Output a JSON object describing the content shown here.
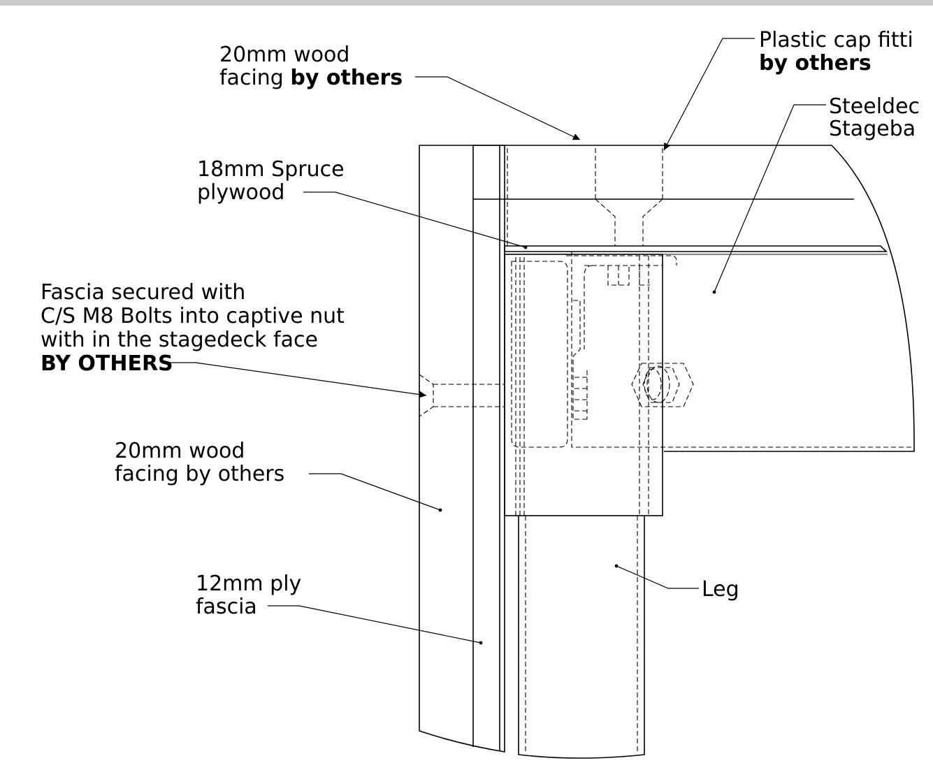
{
  "callouts": {
    "wood_facing_top": {
      "line1": "20mm wood",
      "line2_plain": "facing ",
      "line2_bold": "by others"
    },
    "plastic_cap": {
      "line1": "Plastic cap fitti",
      "line2_bold": "by others"
    },
    "steeldeck": {
      "line1": "Steeldec",
      "line2": "Stageba"
    },
    "spruce": {
      "line1": "18mm Spruce",
      "line2": "plywood"
    },
    "fascia_secured": {
      "line1": "Fascia secured with",
      "line2": "C/S M8 Bolts into captive nut",
      "line3": "with in the stagedeck face",
      "line4_bold": "BY OTHERS"
    },
    "wood_facing_side": {
      "line1": "20mm wood",
      "line2": "facing by others"
    },
    "ply_fascia": {
      "line1": "12mm ply",
      "line2": "fascia"
    },
    "leg": {
      "line1": "Leg"
    }
  }
}
